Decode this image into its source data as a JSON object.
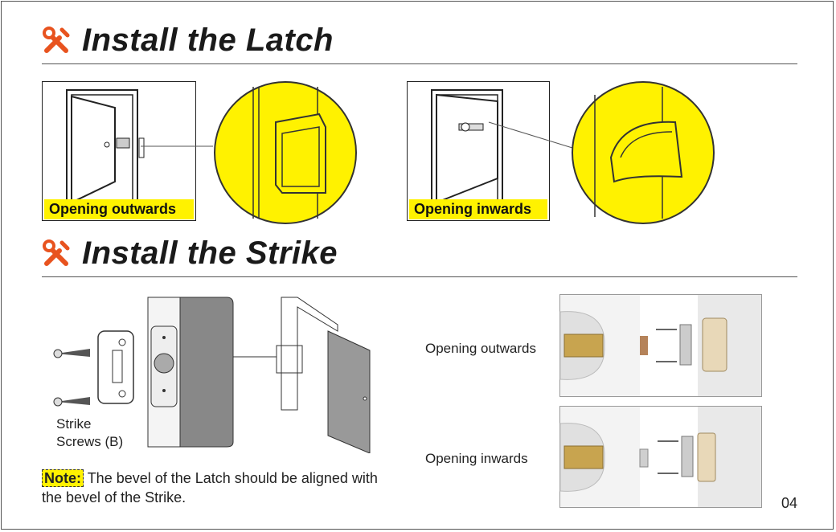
{
  "sections": {
    "latch": {
      "title": "Install the Latch",
      "icon": "tools-icon"
    },
    "strike": {
      "title": "Install the Strike",
      "icon": "tools-icon"
    }
  },
  "latch_panels": {
    "outwards_label": "Opening outwards",
    "inwards_label": "Opening inwards"
  },
  "strike_panel": {
    "screws_label_line1": "Strike",
    "screws_label_line2": "Screws (B)"
  },
  "photos": {
    "outwards_label": "Opening outwards",
    "inwards_label": "Opening inwards"
  },
  "note": {
    "tag": "Note:",
    "text": "The bevel of the Latch should be aligned with the bevel of the Strike."
  },
  "page_number": "04",
  "colors": {
    "highlight": "#fff200",
    "line": "#555555"
  }
}
